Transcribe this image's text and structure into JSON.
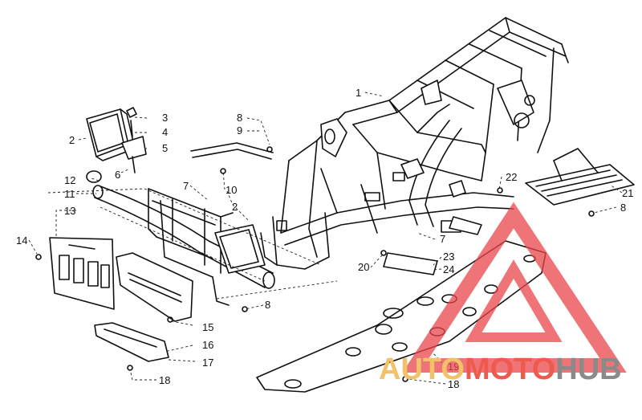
{
  "callouts": [
    {
      "id": "c1",
      "text": "1"
    },
    {
      "id": "c2a",
      "text": "2"
    },
    {
      "id": "c2b",
      "text": "2"
    },
    {
      "id": "c3",
      "text": "3"
    },
    {
      "id": "c4",
      "text": "4"
    },
    {
      "id": "c5",
      "text": "5"
    },
    {
      "id": "c6",
      "text": "6"
    },
    {
      "id": "c7a",
      "text": "7"
    },
    {
      "id": "c7b",
      "text": "7"
    },
    {
      "id": "c8a",
      "text": "8"
    },
    {
      "id": "c8b",
      "text": "8"
    },
    {
      "id": "c8c",
      "text": "8"
    },
    {
      "id": "c9",
      "text": "9"
    },
    {
      "id": "c10",
      "text": "10"
    },
    {
      "id": "c11",
      "text": "11"
    },
    {
      "id": "c12",
      "text": "12"
    },
    {
      "id": "c13",
      "text": "13"
    },
    {
      "id": "c14",
      "text": "14"
    },
    {
      "id": "c15",
      "text": "15"
    },
    {
      "id": "c16",
      "text": "16"
    },
    {
      "id": "c17",
      "text": "17"
    },
    {
      "id": "c18a",
      "text": "18"
    },
    {
      "id": "c18b",
      "text": "18"
    },
    {
      "id": "c19",
      "text": "19"
    },
    {
      "id": "c20",
      "text": "20"
    },
    {
      "id": "c21",
      "text": "21"
    },
    {
      "id": "c22",
      "text": "22"
    },
    {
      "id": "c23",
      "text": "23"
    },
    {
      "id": "c24",
      "text": "24"
    }
  ],
  "watermark": {
    "word_part1": "AUTO",
    "word_part2": "MOTO",
    "word_part3": "HUB",
    "color_part1": "#f2c26b",
    "color_part2": "#ef5a4e",
    "color_part3": "#8a8a8a"
  }
}
